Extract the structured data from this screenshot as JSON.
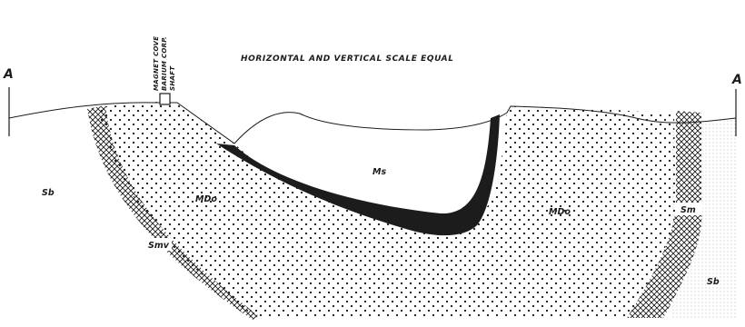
{
  "diagram": {
    "title": "HORIZONTAL AND VERTICAL SCALE EQUAL",
    "section_end_left": "A",
    "section_end_right": "A",
    "shaft_label": [
      "MAGNET COVE",
      "BARIUM CORP.",
      "SHAFT"
    ],
    "units": {
      "sb_left": "Sb",
      "sb_right": "Sb",
      "mdo_left": "MDo",
      "mdo_right": "MDo",
      "ms": "Ms",
      "sm_left": "Smv",
      "sm_right": "Sm"
    }
  },
  "colors": {
    "ink": "#1c1c1c",
    "paper": "#ffffff"
  }
}
